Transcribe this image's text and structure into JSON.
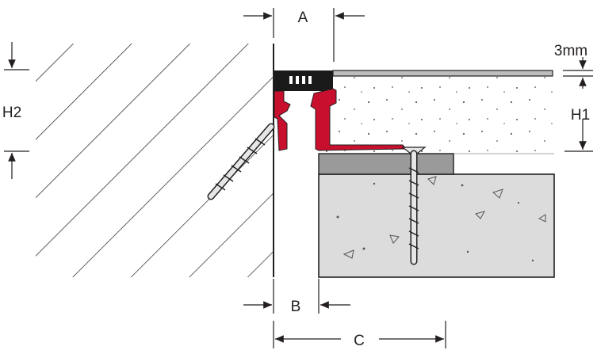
{
  "labels": {
    "a": "A",
    "b": "B",
    "c": "C",
    "h1": "H1",
    "h2": "H2",
    "thickness": "3mm"
  },
  "colors": {
    "profile_red": "#c8102e",
    "profile_black": "#1a1a1a",
    "concrete": "#dcdcdc",
    "screed_grey": "#9a9a9a",
    "line": "#231f20"
  }
}
